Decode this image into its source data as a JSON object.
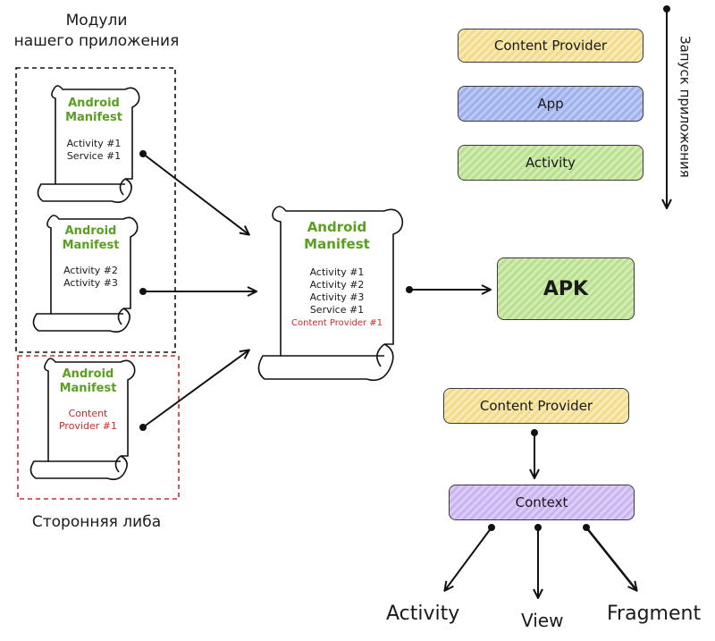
{
  "modules_title": "Модули\nнашего приложения",
  "third_party_label": "Сторонняя либа",
  "launch_label": "Запуск приложения",
  "manifest_title": "Android\nManifest",
  "scroll1_items": [
    "Activity #1",
    "Service #1"
  ],
  "scroll2_items": [
    "Activity #2",
    "Activity #3"
  ],
  "scroll3_items": [
    "Content",
    "Provider #1"
  ],
  "merged_items": [
    "Activity #1",
    "Activity #2",
    "Activity #3",
    "Service #1"
  ],
  "merged_red_item": "Content Provider #1",
  "apk_label": "APK",
  "launch_order": {
    "content_provider": "Content Provider",
    "app": "App",
    "activity": "Activity"
  },
  "context_tree": {
    "content_provider": "Content Provider",
    "context": "Context",
    "activity": "Activity",
    "view": "View",
    "fragment": "Fragment"
  },
  "colors": {
    "manifest_title": "#5a9e22",
    "third_party": "#cc2a2a",
    "yellow": "#f2dc8c",
    "blue": "#9fb0ec",
    "green": "#b9e08f",
    "purple": "#c9b3f0"
  }
}
